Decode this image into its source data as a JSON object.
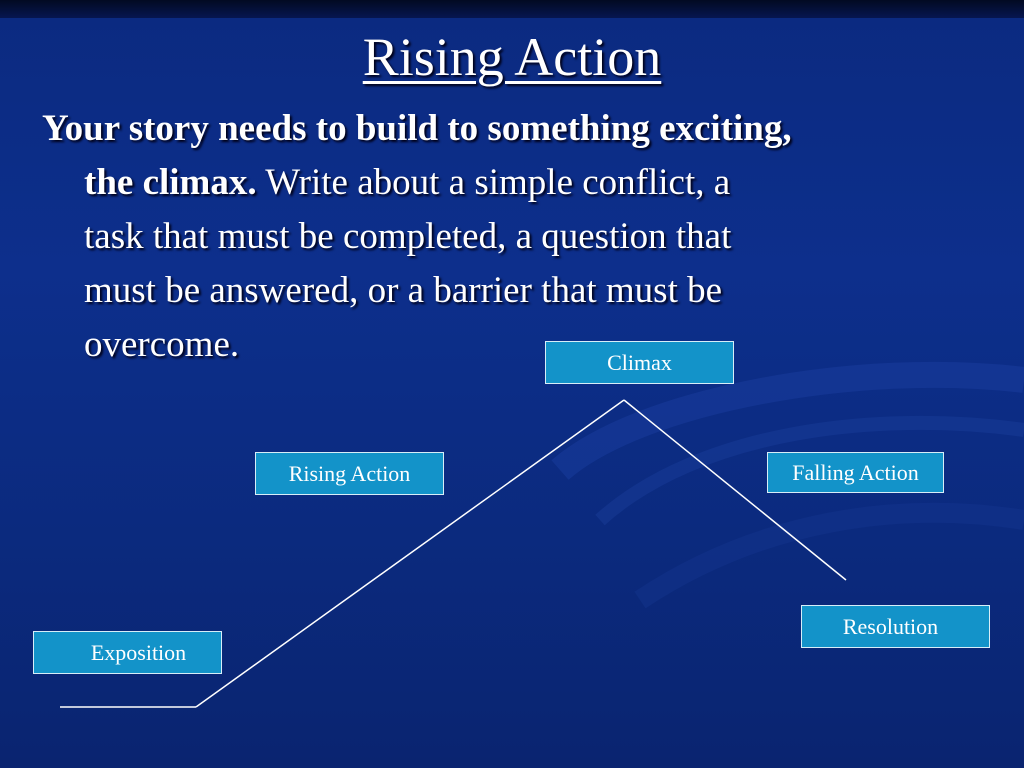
{
  "slide": {
    "title": "Rising Action",
    "body": {
      "lead": "Your story needs to build to something exciting,",
      "lead_cont": "the climax.",
      "rest_line1": " Write about a simple conflict, a",
      "rest_line2": "task that must be completed, a question that",
      "rest_line3": "must be answered, or a barrier that must be",
      "rest_line4": "overcome."
    }
  },
  "diagram": {
    "labels": {
      "exposition": "Exposition",
      "rising_action": "Rising Action",
      "climax": "Climax",
      "falling_action": "Falling Action",
      "resolution": "Resolution"
    },
    "colors": {
      "box_fill": "#1393c9",
      "line": "#ffffff",
      "background": "#0d2f8c"
    }
  }
}
